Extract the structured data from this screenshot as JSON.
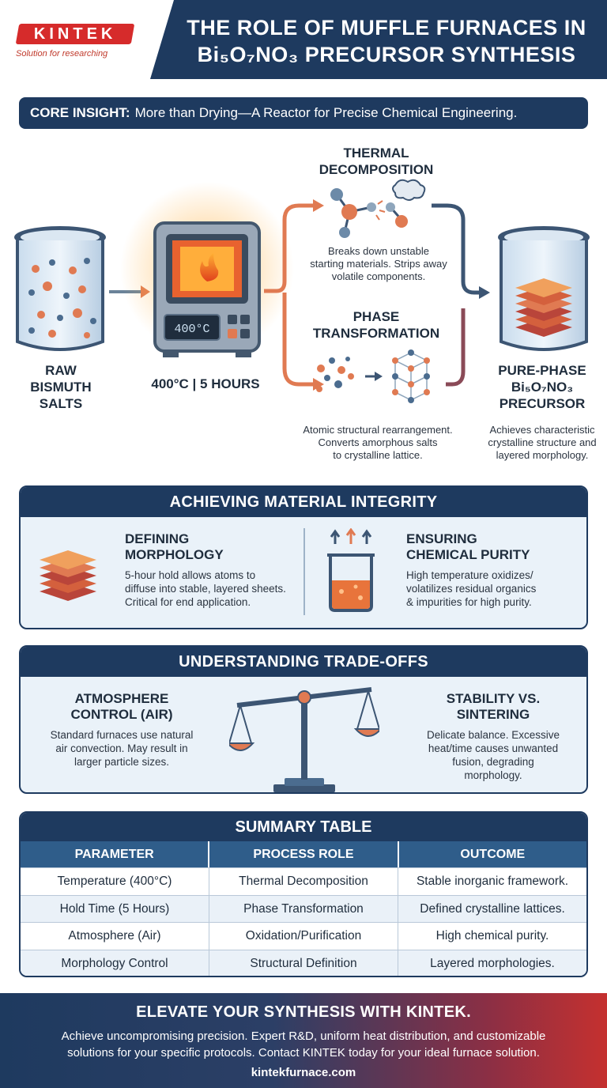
{
  "header": {
    "logo": "KINTEK",
    "tagline": "Solution for researching",
    "title_line1": "THE ROLE OF MUFFLE FURNACES IN",
    "title_line2": "Bi₅O₇NO₃ PRECURSOR SYNTHESIS"
  },
  "insight": {
    "label": "CORE INSIGHT:",
    "text": "More than Drying—A Reactor for Precise Chemical Engineering."
  },
  "process": {
    "raw": {
      "line1": "RAW",
      "line2": "BISMUTH",
      "line3": "SALTS"
    },
    "furnace": {
      "display": "400°C",
      "label": "400°C | 5 HOURS"
    },
    "decomposition": {
      "title1": "THERMAL",
      "title2": "DECOMPOSITION",
      "desc1": "Breaks down unstable",
      "desc2": "starting materials. Strips away",
      "desc3": "volatile components."
    },
    "transformation": {
      "title1": "PHASE",
      "title2": "TRANSFORMATION",
      "desc1": "Atomic structural rearrangement.",
      "desc2": "Converts amorphous salts",
      "desc3": "to crystalline lattice."
    },
    "product": {
      "line1": "PURE-PHASE",
      "line2": "Bi₅O₇NO₃",
      "line3": "PRECURSOR",
      "desc1": "Achieves characteristic",
      "desc2": "crystalline structure and",
      "desc3": "layered morphology."
    }
  },
  "integrity": {
    "title": "ACHIEVING MATERIAL INTEGRITY",
    "morphology": {
      "h1": "DEFINING",
      "h2": "MORPHOLOGY",
      "d1": "5-hour hold allows atoms to",
      "d2": "diffuse into stable, layered sheets.",
      "d3": "Critical for end application."
    },
    "purity": {
      "h1": "ENSURING",
      "h2": "CHEMICAL PURITY",
      "d1": "High temperature oxidizes/",
      "d2": "volatilizes residual organics",
      "d3": "& impurities for high purity."
    }
  },
  "tradeoffs": {
    "title": "UNDERSTANDING TRADE-OFFS",
    "atmosphere": {
      "h1": "ATMOSPHERE",
      "h2": "CONTROL (AIR)",
      "d1": "Standard furnaces use natural",
      "d2": "air convection. May result in",
      "d3": "larger particle sizes."
    },
    "stability": {
      "h1": "STABILITY VS.",
      "h2": "SINTERING",
      "d1": "Delicate balance. Excessive",
      "d2": "heat/time causes unwanted",
      "d3": "fusion, degrading",
      "d4": "morphology."
    }
  },
  "summary": {
    "title": "SUMMARY TABLE",
    "columns": [
      "PARAMETER",
      "PROCESS ROLE",
      "OUTCOME"
    ],
    "rows": [
      [
        "Temperature (400°C)",
        "Thermal Decomposition",
        "Stable inorganic framework."
      ],
      [
        "Hold Time (5 Hours)",
        "Phase Transformation",
        "Defined crystalline lattices."
      ],
      [
        "Atmosphere (Air)",
        "Oxidation/Purification",
        "High chemical purity."
      ],
      [
        "Morphology Control",
        "Structural Definition",
        "Layered morphologies."
      ]
    ]
  },
  "footer": {
    "title": "ELEVATE YOUR SYNTHESIS WITH KINTEK.",
    "line1": "Achieve uncompromising precision. Expert R&D, uniform heat distribution, and customizable",
    "line2": "solutions for your specific protocols. Contact KINTEK today for your ideal furnace solution.",
    "url": "kintekfurnace.com"
  },
  "colors": {
    "navy": "#1e3a5f",
    "brand_red": "#d62b2b",
    "orange": "#e8743b",
    "panel_bg": "#eaf2f9"
  },
  "icons": [
    "beaker-icon",
    "furnace-icon",
    "molecule-icon",
    "lattice-icon",
    "layered-sheets-icon",
    "beaker-vapor-icon",
    "balance-scale-icon",
    "arrow-icon"
  ]
}
